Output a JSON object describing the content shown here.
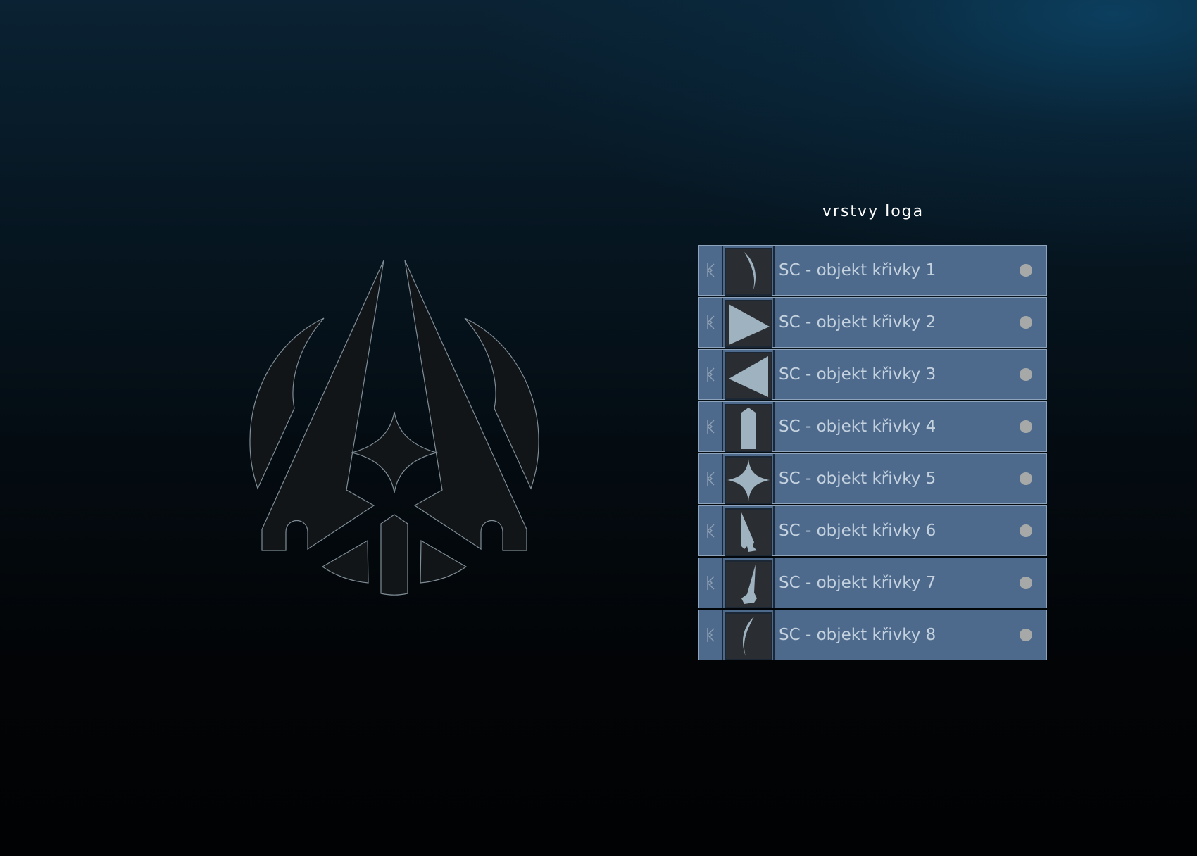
{
  "panel": {
    "title": "vrstvy loga"
  },
  "layers": [
    {
      "name": "SC - objekt křivky 1",
      "thumb": "left-crescent-shape",
      "toggle_icon": "link-icon",
      "visible": true
    },
    {
      "name": "SC - objekt křivky 2",
      "thumb": "right-pointing-triangle-shape",
      "toggle_icon": "link-icon",
      "visible": true
    },
    {
      "name": "SC - objekt křivky 3",
      "thumb": "left-pointing-triangle-shape",
      "toggle_icon": "link-icon",
      "visible": true
    },
    {
      "name": "SC - objekt křivky 4",
      "thumb": "pillar-shape",
      "toggle_icon": "link-icon",
      "visible": true
    },
    {
      "name": "SC - objekt křivky 5",
      "thumb": "four-point-star-shape",
      "toggle_icon": "link-icon",
      "visible": true
    },
    {
      "name": "SC - objekt křivky 6",
      "thumb": "left-spike-shape",
      "toggle_icon": "link-icon",
      "visible": true
    },
    {
      "name": "SC - objekt křivky 7",
      "thumb": "right-spike-shape",
      "toggle_icon": "link-icon",
      "visible": true
    },
    {
      "name": "SC - objekt křivky 8",
      "thumb": "right-crescent-shape",
      "toggle_icon": "link-icon",
      "visible": true
    }
  ],
  "colors": {
    "row_background": "#4d6a8d",
    "row_text": "#c4d1de",
    "thumb_background": "#2a2d31",
    "thumb_shape": "#9fb2c0",
    "logo_fill": "#111518",
    "logo_stroke": "#7f8d96"
  }
}
